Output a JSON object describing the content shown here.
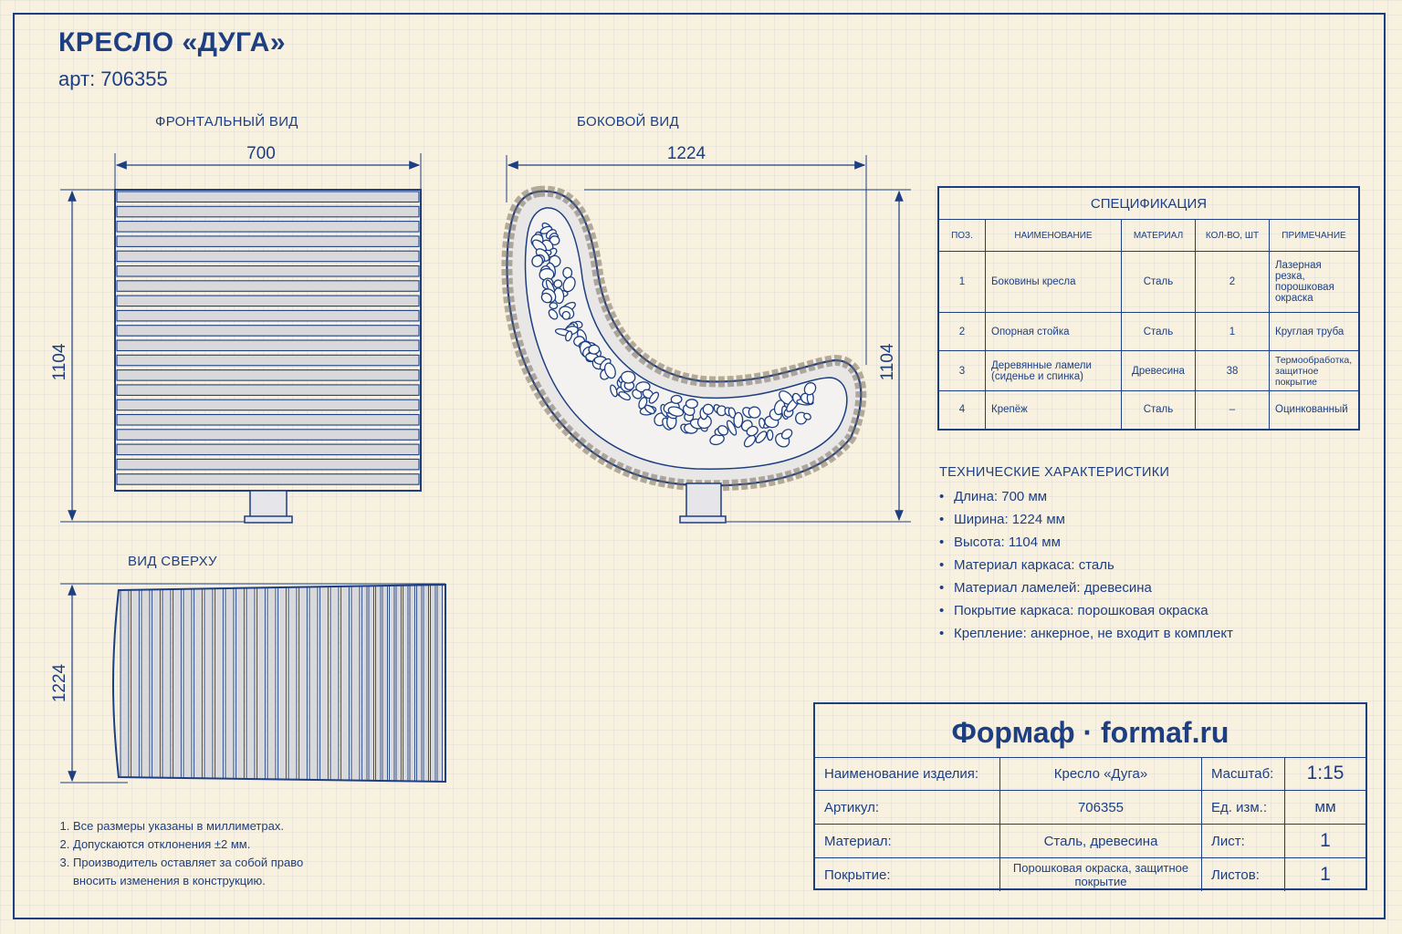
{
  "title": "КРЕСЛО «ДУГА»",
  "article": "арт: 706355",
  "views": {
    "front": {
      "label": "ФРОНТАЛЬНЫЙ ВИД",
      "width": "700",
      "height": "1104"
    },
    "side": {
      "label": "БОКОВОЙ ВИД",
      "width": "1224",
      "height": "1104"
    },
    "top": {
      "label": "ВИД СВЕРХУ",
      "depth": "1224"
    }
  },
  "spec": {
    "caption": "СПЕЦИФИКАЦИЯ",
    "headers": [
      "ПОЗ.",
      "НАИМЕНОВАНИЕ",
      "МАТЕРИАЛ",
      "КОЛ-ВО, ШТ",
      "ПРИМЕЧАНИЕ"
    ],
    "rows": [
      {
        "pos": "1",
        "name": "Боковины кресла",
        "material": "Сталь",
        "qty": "2",
        "note": "Лазерная резка, порошковая окраска"
      },
      {
        "pos": "2",
        "name": "Опорная стойка",
        "material": "Сталь",
        "qty": "1",
        "note": "Круглая труба"
      },
      {
        "pos": "3",
        "name": "Деревянные ламели (сиденье и спинка)",
        "material": "Древесина",
        "qty": "38",
        "note": "Термообработка, защитное покрытие"
      },
      {
        "pos": "4",
        "name": "Крепёж",
        "material": "Сталь",
        "qty": "–",
        "note": "Оцинкованный"
      }
    ]
  },
  "tech": {
    "heading": "ТЕХНИЧЕСКИЕ ХАРАКТЕРИСТИКИ",
    "items": [
      "Длина: 700 мм",
      "Ширина: 1224 мм",
      "Высота: 1104 мм",
      "Материал каркаса: сталь",
      "Материал ламелей: древесина",
      "Покрытие каркаса: порошковая окраска",
      "Крепление: анкерное, не входит в комплект"
    ]
  },
  "notes": [
    "Все размеры указаны в миллиметрах.",
    "Допускаются отклонения ±2 мм.",
    "Производитель оставляет за собой право вносить изменения в конструкцию."
  ],
  "title_block": {
    "brand": "Формаф · formaf.ru",
    "product_label": "Наименование изделия:",
    "product_value": "Кресло «Дуга»",
    "scale_label": "Масштаб:",
    "scale_value": "1:15",
    "article_label": "Артикул:",
    "article_value": "706355",
    "unit_label": "Ед. изм.:",
    "unit_value": "мм",
    "material_label": "Материал:",
    "material_value": "Сталь, древесина",
    "sheet_label": "Лист:",
    "sheet_value": "1",
    "coating_label": "Покрытие:",
    "coating_value": "Порошковая окраска, защитное покрытие",
    "sheets_label": "Листов:",
    "sheets_value": "1"
  },
  "colors": {
    "ink": "#1d3f82",
    "paper": "#f8f1e0",
    "slat": "#d9d9dc"
  }
}
